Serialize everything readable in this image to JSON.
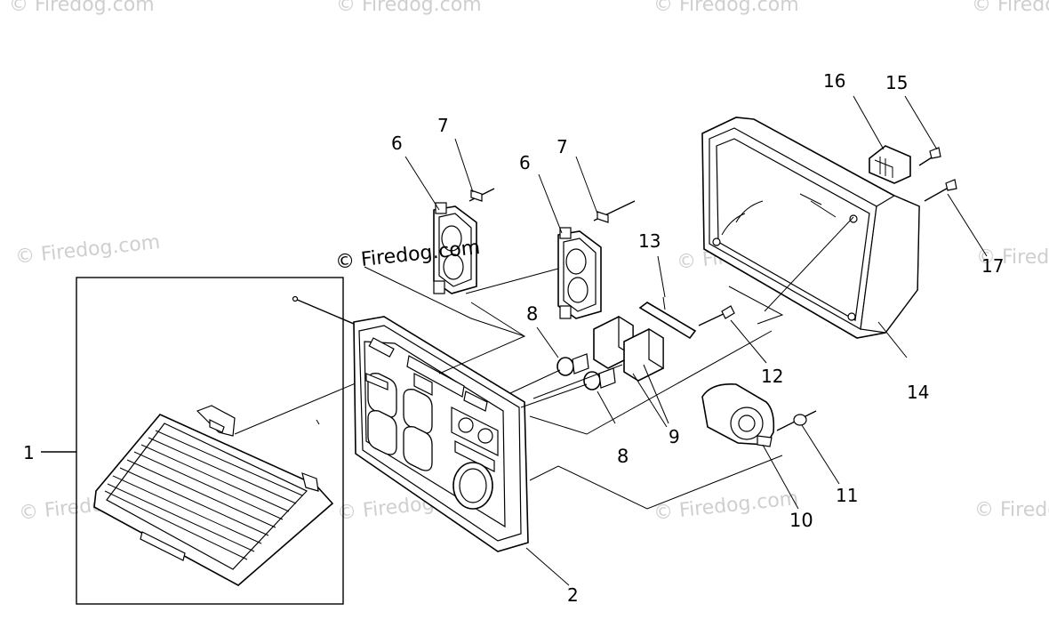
{
  "watermarks": {
    "w1": "© Firedog.com",
    "w2": "© Firedog.com",
    "w3": "© Firedog.com",
    "w4": "© Firedog.com",
    "w5": "© Firedog.com",
    "w6": "© Firedog.com",
    "w7": "© Firedog.com",
    "w8": "© Firedog.com",
    "w9": "© Firedog.com",
    "w10": "© Firedog.com",
    "w11": "© Firedog.com",
    "w12": "© Firedog.com",
    "center": "© Firedog.com"
  },
  "callouts": {
    "c1": "1",
    "c2": "2",
    "c6a": "6",
    "c7a": "7",
    "c6b": "6",
    "c7b": "7",
    "c8a": "8",
    "c8b": "8",
    "c9": "9",
    "c10": "10",
    "c11": "11",
    "c12": "12",
    "c13": "13",
    "c14": "14",
    "c15": "15",
    "c16": "16",
    "c17": "17"
  }
}
